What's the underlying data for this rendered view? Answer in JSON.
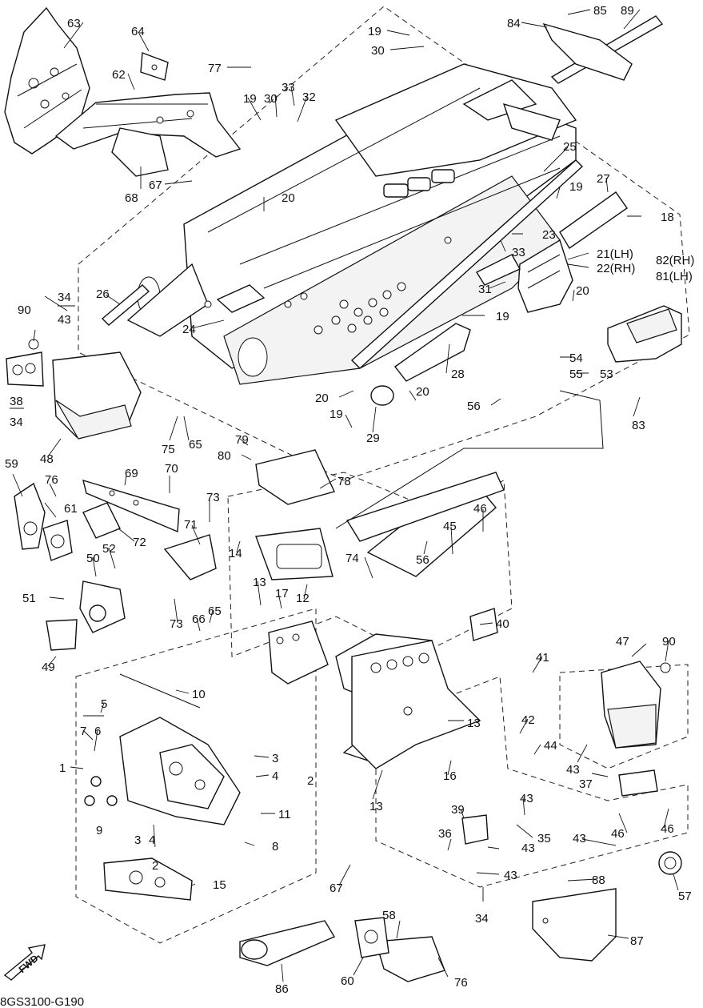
{
  "diagram": {
    "code": "8GS3100-G190",
    "fwd_label": "FWD",
    "callouts": [
      {
        "id": "c63",
        "label": "63"
      },
      {
        "id": "c64",
        "label": "64"
      },
      {
        "id": "c62",
        "label": "62"
      },
      {
        "id": "c77",
        "label": "77"
      },
      {
        "id": "c19a",
        "label": "19"
      },
      {
        "id": "c30a",
        "label": "30"
      },
      {
        "id": "c19b",
        "label": "19"
      },
      {
        "id": "c30b",
        "label": "30"
      },
      {
        "id": "c33a",
        "label": "33"
      },
      {
        "id": "c32",
        "label": "32"
      },
      {
        "id": "c84",
        "label": "84"
      },
      {
        "id": "c85",
        "label": "85"
      },
      {
        "id": "c89",
        "label": "89"
      },
      {
        "id": "c68",
        "label": "68"
      },
      {
        "id": "c67a",
        "label": "67"
      },
      {
        "id": "c20a",
        "label": "20"
      },
      {
        "id": "c25",
        "label": "25"
      },
      {
        "id": "c27",
        "label": "27"
      },
      {
        "id": "c19c",
        "label": "19"
      },
      {
        "id": "c18",
        "label": "18"
      },
      {
        "id": "c23",
        "label": "23"
      },
      {
        "id": "c33b",
        "label": "33"
      },
      {
        "id": "c21",
        "label": "21(LH)"
      },
      {
        "id": "c22",
        "label": "22(RH)"
      },
      {
        "id": "c82",
        "label": "82(RH)"
      },
      {
        "id": "c81",
        "label": "81(LH)"
      },
      {
        "id": "c31",
        "label": "31"
      },
      {
        "id": "c20b",
        "label": "20"
      },
      {
        "id": "c26",
        "label": "26"
      },
      {
        "id": "c24",
        "label": "24"
      },
      {
        "id": "c19d",
        "label": "19"
      },
      {
        "id": "c34a",
        "label": "34"
      },
      {
        "id": "c43a",
        "label": "43"
      },
      {
        "id": "c90a",
        "label": "90"
      },
      {
        "id": "c28",
        "label": "28"
      },
      {
        "id": "c54",
        "label": "54"
      },
      {
        "id": "c55",
        "label": "55"
      },
      {
        "id": "c53",
        "label": "53"
      },
      {
        "id": "c38",
        "label": "38"
      },
      {
        "id": "c34b",
        "label": "34"
      },
      {
        "id": "c20c",
        "label": "20"
      },
      {
        "id": "c20d",
        "label": "20"
      },
      {
        "id": "c56a",
        "label": "56"
      },
      {
        "id": "c83",
        "label": "83"
      },
      {
        "id": "c19e",
        "label": "19"
      },
      {
        "id": "c29",
        "label": "29"
      },
      {
        "id": "c75",
        "label": "75"
      },
      {
        "id": "c65a",
        "label": "65"
      },
      {
        "id": "c48",
        "label": "48"
      },
      {
        "id": "c79",
        "label": "79"
      },
      {
        "id": "c80",
        "label": "80"
      },
      {
        "id": "c59",
        "label": "59"
      },
      {
        "id": "c76a",
        "label": "76"
      },
      {
        "id": "c69",
        "label": "69"
      },
      {
        "id": "c70",
        "label": "70"
      },
      {
        "id": "c78",
        "label": "78"
      },
      {
        "id": "c73a",
        "label": "73"
      },
      {
        "id": "c46a",
        "label": "46"
      },
      {
        "id": "c61",
        "label": "61"
      },
      {
        "id": "c71",
        "label": "71"
      },
      {
        "id": "c72",
        "label": "72"
      },
      {
        "id": "c52",
        "label": "52"
      },
      {
        "id": "c14",
        "label": "14"
      },
      {
        "id": "c45",
        "label": "45"
      },
      {
        "id": "c56b",
        "label": "56"
      },
      {
        "id": "c50",
        "label": "50"
      },
      {
        "id": "c74",
        "label": "74"
      },
      {
        "id": "c12",
        "label": "12"
      },
      {
        "id": "c51",
        "label": "51"
      },
      {
        "id": "c13a",
        "label": "13"
      },
      {
        "id": "c17",
        "label": "17"
      },
      {
        "id": "c73b",
        "label": "73"
      },
      {
        "id": "c66",
        "label": "66"
      },
      {
        "id": "c65b",
        "label": "65"
      },
      {
        "id": "c40",
        "label": "40"
      },
      {
        "id": "c49",
        "label": "49"
      },
      {
        "id": "c47",
        "label": "47"
      },
      {
        "id": "c90b",
        "label": "90"
      },
      {
        "id": "c41",
        "label": "41"
      },
      {
        "id": "c10",
        "label": "10"
      },
      {
        "id": "c5",
        "label": "5"
      },
      {
        "id": "c7",
        "label": "7"
      },
      {
        "id": "c6",
        "label": "6"
      },
      {
        "id": "c13b",
        "label": "13"
      },
      {
        "id": "c42",
        "label": "42"
      },
      {
        "id": "c44",
        "label": "44"
      },
      {
        "id": "c1",
        "label": "1"
      },
      {
        "id": "c3a",
        "label": "3"
      },
      {
        "id": "c4a",
        "label": "4"
      },
      {
        "id": "c2a",
        "label": "2"
      },
      {
        "id": "c16",
        "label": "16"
      },
      {
        "id": "c43b",
        "label": "43"
      },
      {
        "id": "c37",
        "label": "37"
      },
      {
        "id": "c13c",
        "label": "13"
      },
      {
        "id": "c43c",
        "label": "43"
      },
      {
        "id": "c9",
        "label": "9"
      },
      {
        "id": "c11",
        "label": "11"
      },
      {
        "id": "c39",
        "label": "39"
      },
      {
        "id": "c35",
        "label": "35"
      },
      {
        "id": "c46b",
        "label": "46"
      },
      {
        "id": "c46c",
        "label": "46"
      },
      {
        "id": "c3b",
        "label": "3"
      },
      {
        "id": "c4b",
        "label": "4"
      },
      {
        "id": "c2b",
        "label": "2"
      },
      {
        "id": "c8",
        "label": "8"
      },
      {
        "id": "c36",
        "label": "36"
      },
      {
        "id": "c43d",
        "label": "43"
      },
      {
        "id": "c43e",
        "label": "43"
      },
      {
        "id": "c15",
        "label": "15"
      },
      {
        "id": "c67b",
        "label": "67"
      },
      {
        "id": "c43f",
        "label": "43"
      },
      {
        "id": "c88",
        "label": "88"
      },
      {
        "id": "c57",
        "label": "57"
      },
      {
        "id": "c34c",
        "label": "34"
      },
      {
        "id": "c87",
        "label": "87"
      },
      {
        "id": "c58",
        "label": "58"
      },
      {
        "id": "c76b",
        "label": "76"
      },
      {
        "id": "c60",
        "label": "60"
      },
      {
        "id": "c86",
        "label": "86"
      }
    ]
  }
}
